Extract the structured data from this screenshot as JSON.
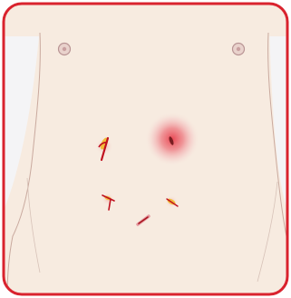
{
  "illustration": {
    "subject": "torso-front-view",
    "colors": {
      "frame": "#d9232e",
      "skin": "#f7ebe0",
      "background": "#f4f4f6",
      "outline": "#c9a99e",
      "nipple_ring": "#b99494",
      "nipple_fill": "#e9d2cc",
      "inflammation": "#e8404d",
      "wound_red": "#c0111f",
      "wound_yellow": "#f2bd3a"
    },
    "markings": [
      {
        "name": "navel-inflamed-wound",
        "kind": "inflamed-wound"
      },
      {
        "name": "left-upper-incision",
        "kind": "incision"
      },
      {
        "name": "left-lower-incision",
        "kind": "incision"
      },
      {
        "name": "right-lower-incision",
        "kind": "incision"
      },
      {
        "name": "lower-center-incision",
        "kind": "incision"
      }
    ]
  }
}
